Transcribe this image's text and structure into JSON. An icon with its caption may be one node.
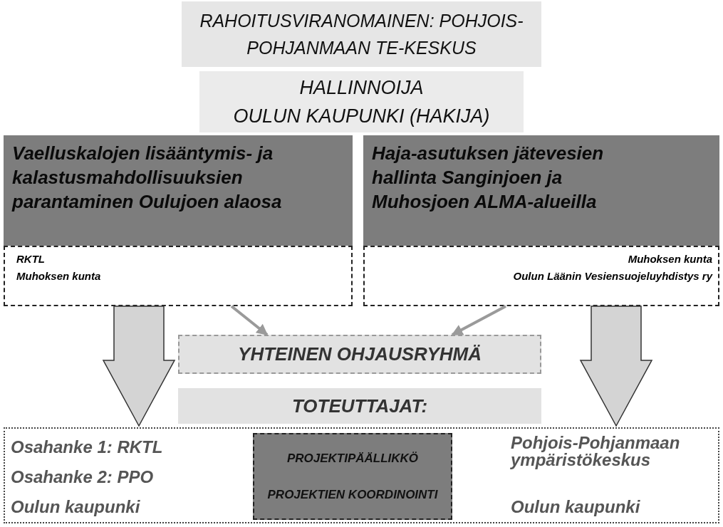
{
  "diagram": {
    "nodes": [
      {
        "text": [
          "RAHOITUSVIRANOMAINEN: POHJOIS-POHJANMAAN TE-KESKUS"
        ]
      },
      {
        "text": [
          "HALLINNOIJA",
          "OULUN KAUPUNKI (HAKIJA)"
        ]
      },
      {
        "text": [
          "Vaelluskalojen lisääntymis- ja kalastusmahdollisuuksien parantaminen Oulujoen alaosa"
        ]
      },
      {
        "text": [
          "Haja-asutuksen jätevesien hallinta Sanginjoen ja Muhosjoen ALMA-alueilla"
        ]
      },
      {
        "text": [
          "RKTL",
          "Muhoksen kunta"
        ]
      },
      {
        "text": [
          "Muhoksen kunta",
          "Oulun Läänin Vesiensuojeluyhdistys ry"
        ]
      },
      {
        "text": [
          "YHTEINEN OHJAUSRYHMÄ"
        ]
      },
      {
        "text": [
          "TOTEUTTAJAT:"
        ]
      },
      {
        "text": [
          "Osahanke 1: RKTL",
          "Osahanke 2: PPO",
          "Oulun kaupunki",
          "Pohjois-Pohjanmaan ympäristökeskus",
          "Oulun kaupunki"
        ]
      },
      {
        "text": [
          "PROJEKTIPÄÄLLIKKÖ",
          "PROJEKTIEN KOORDINOINTI"
        ],
        "in": 8
      }
    ],
    "edges": [
      {
        "from": 4,
        "to": 6,
        "arrow": "to"
      },
      {
        "from": 5,
        "to": 6,
        "arrow": "to"
      },
      {
        "from": 4,
        "to": 8,
        "arrow": "to",
        "style": "thick"
      },
      {
        "from": 5,
        "to": 8,
        "arrow": "to",
        "style": "thick"
      }
    ]
  }
}
